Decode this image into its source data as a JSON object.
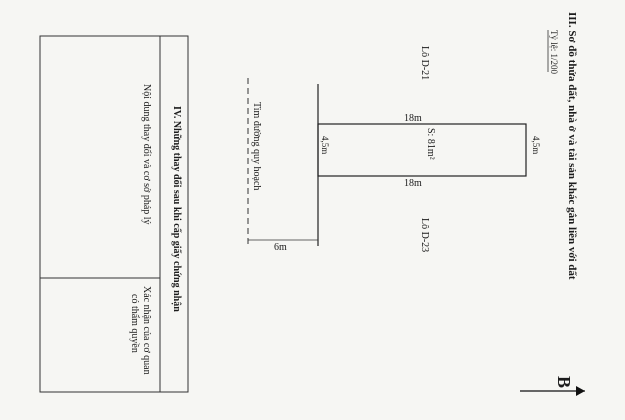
{
  "section3": {
    "title": "III. Sơ đồ thửa đất, nhà ở và tài sản khác gắn liền với đất",
    "scale": "Tỷ lệ: 1/200"
  },
  "plot": {
    "lot_top": "Lô D-21",
    "lot_bottom": "Lô D-23",
    "dim_top": "18m",
    "dim_bottom": "18m",
    "dim_right": "4,5m",
    "dim_left": "4,5m",
    "area": "S: 81m²",
    "road_center": "Tim đường quy hoạch",
    "road_width": "6m"
  },
  "section4": {
    "title": "IV. Những thay đổi sau khi cấp giấy chứng nhận",
    "col_content": "Nội dung thay đổi và cơ sở pháp lý",
    "col_confirm_1": "Xác nhận của cơ quan",
    "col_confirm_2": "có thẩm quyền"
  },
  "page_letter": "B"
}
